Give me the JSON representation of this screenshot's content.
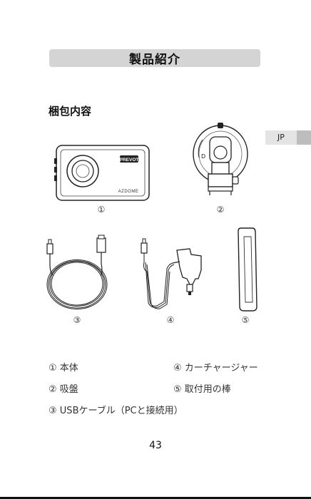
{
  "header": {
    "title": "製品紹介"
  },
  "section": {
    "heading": "梱包内容"
  },
  "language_tab": {
    "label": "JP"
  },
  "figures": {
    "camera_brand": "PREVOT",
    "camera_model_text": "AZDOME",
    "labels": [
      "①",
      "②",
      "③",
      "④",
      "⑤"
    ]
  },
  "contents_list": [
    {
      "marker": "①",
      "text": "本体"
    },
    {
      "marker": "②",
      "text": "吸盤"
    },
    {
      "marker": "③",
      "text": "USBケーブル（PCと接続用）"
    },
    {
      "marker": "④",
      "text": "カーチャージャー"
    },
    {
      "marker": "⑤",
      "text": "取付用の棒"
    }
  ],
  "footer": {
    "page_number": "43"
  }
}
